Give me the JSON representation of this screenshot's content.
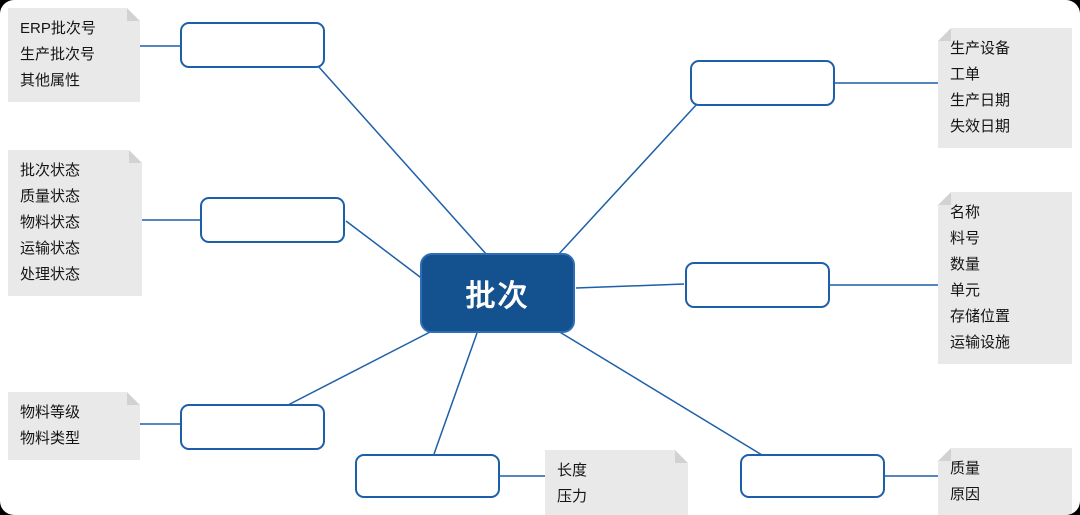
{
  "center": {
    "label": "批次"
  },
  "callouts": [
    {
      "id": "batch-ids",
      "lines": [
        "ERP批次号",
        "生产批次号",
        "其他属性"
      ]
    },
    {
      "id": "status",
      "lines": [
        "批次状态",
        "质量状态",
        "物料状态",
        "运输状态",
        "处理状态"
      ]
    },
    {
      "id": "material-grade",
      "lines": [
        "物料等级",
        "物料类型"
      ]
    },
    {
      "id": "measurements",
      "lines": [
        "长度",
        "压力"
      ]
    },
    {
      "id": "production",
      "lines": [
        "生产设备",
        "工单",
        "生产日期",
        "失效日期"
      ]
    },
    {
      "id": "inventory",
      "lines": [
        "名称",
        "料号",
        "数量",
        "单元",
        "存储位置",
        "运输设施"
      ]
    },
    {
      "id": "quality",
      "lines": [
        "质量",
        "原因"
      ]
    }
  ],
  "colors": {
    "accent": "#1d5fa8",
    "node-fill": "#14518f",
    "node-border": "#2f6db5",
    "note-bg": "#e9e9e9",
    "note-fold": "#d2d2d2",
    "text": "#141414",
    "canvas": "#ffffff",
    "frame": "#000000"
  }
}
